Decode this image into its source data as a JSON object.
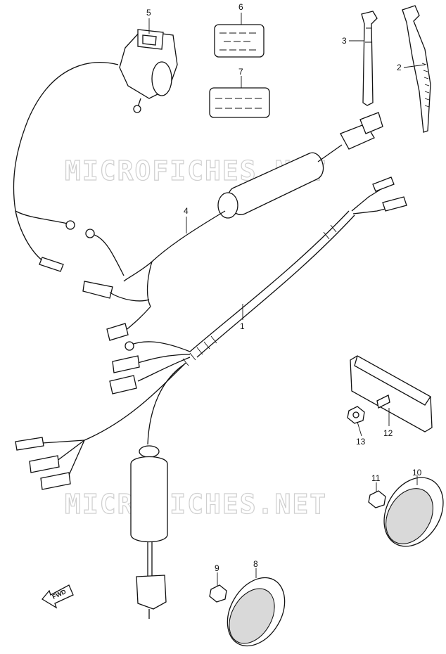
{
  "watermark": "MICROFICHES.NET",
  "fwd_label": "FWD",
  "callouts": [
    "1",
    "2",
    "3",
    "4",
    "5",
    "6",
    "7",
    "8",
    "9",
    "10",
    "11",
    "12",
    "13"
  ]
}
